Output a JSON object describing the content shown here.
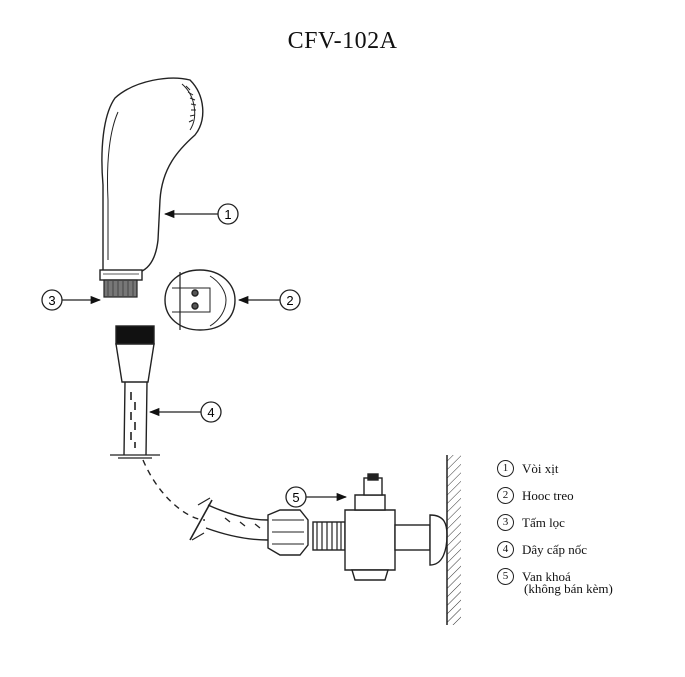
{
  "title": "CFV-102A",
  "callouts": [
    "1",
    "2",
    "3",
    "4",
    "5"
  ],
  "legend": [
    {
      "num": "1",
      "label": "Vòi xịt"
    },
    {
      "num": "2",
      "label": "Hooc treo"
    },
    {
      "num": "3",
      "label": "Tấm lọc"
    },
    {
      "num": "4",
      "label": "Dây cấp nốc"
    },
    {
      "num": "5",
      "label": "Van khoá"
    }
  ],
  "legend_note": "(không bán kèm)"
}
